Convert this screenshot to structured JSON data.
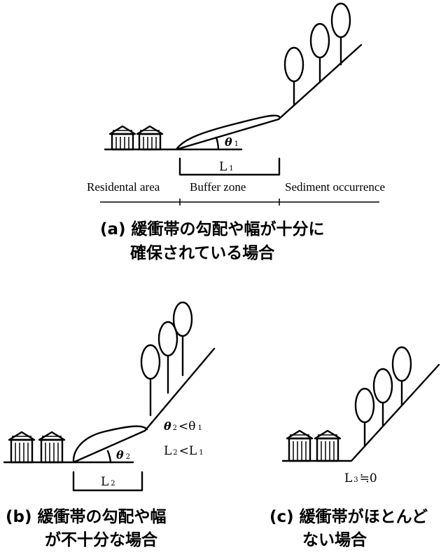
{
  "panel_a": {
    "theta_label": "θ",
    "theta_sub": "1",
    "length_label": "L",
    "length_sub": "1",
    "region_residential": "Residental area",
    "region_buffer": "Buffer zone",
    "region_sediment": "Sediment occurrence",
    "caption_line1": "(a)  緩衝帯の勾配や幅が十分に",
    "caption_line2": "確保されている場合"
  },
  "panel_b": {
    "theta_label": "θ",
    "theta_sub": "2",
    "length_label": "L",
    "length_sub": "2",
    "relation1_a": "θ",
    "relation1_a_sub": "2",
    "relation1_op": "<θ",
    "relation1_b_sub": "1",
    "relation2_a": "L",
    "relation2_a_sub": "2",
    "relation2_op": "<L",
    "relation2_b_sub": "1",
    "caption_line1": "(b) 緩衝帯の勾配や幅",
    "caption_line2": "が不十分な場合"
  },
  "panel_c": {
    "length_label": "L",
    "length_sub": "3",
    "approx": "≒0",
    "caption_line1": "(c) 緩衝帯がほとんど",
    "caption_line2": "ない場合"
  }
}
